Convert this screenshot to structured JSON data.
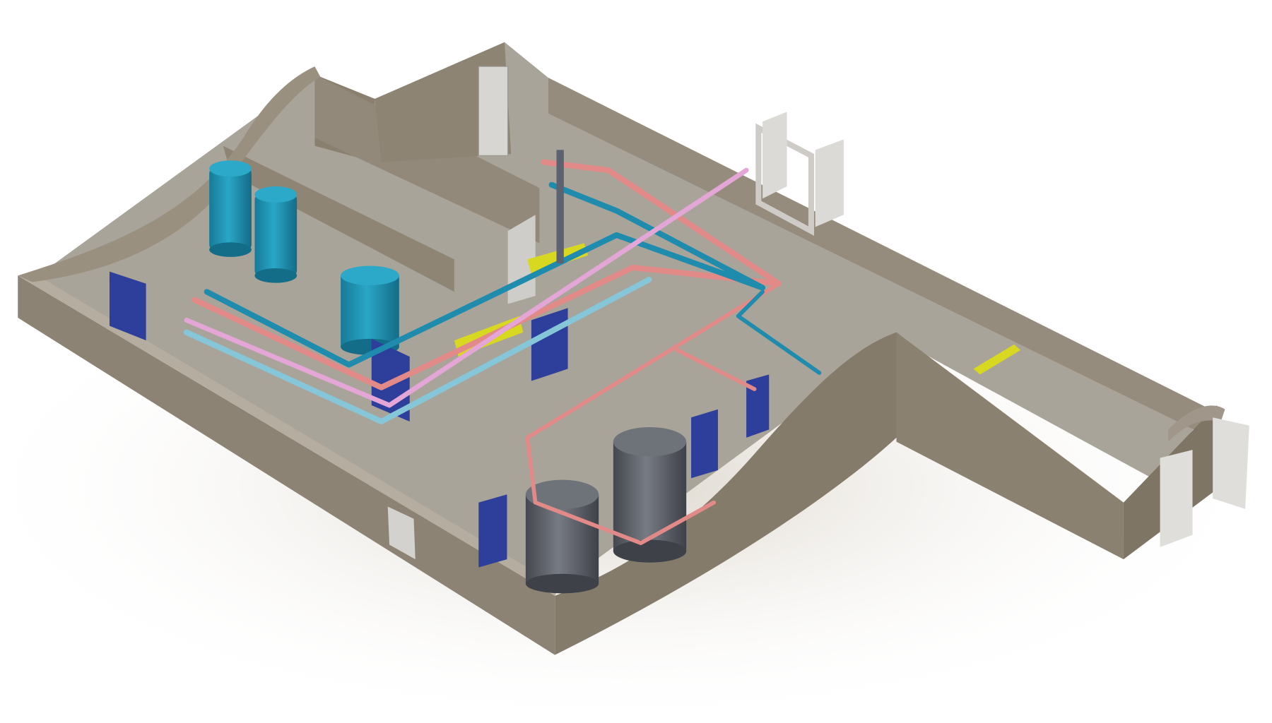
{
  "scene": {
    "colors": {
      "background": "#ffffff",
      "floor": "#a9a499",
      "wall_face": "#8d8374",
      "wall_top": "#b5ad9f",
      "pipe_teal": "#1f8cae",
      "pipe_red": "#e28a88",
      "pipe_pink": "#e3a6d6",
      "pipe_lightblue": "#86c6d9",
      "tank_blue": "#1f8fb0",
      "tank_grey": "#5d6068",
      "heat_exchanger": "#2d3f9a",
      "marker_yellow": "#d8d820",
      "door": "#d8d6d2"
    },
    "icons": [
      "expansion-vessel",
      "buffer-tank",
      "hot-water-cylinder",
      "plate-heat-exchanger",
      "door"
    ]
  }
}
